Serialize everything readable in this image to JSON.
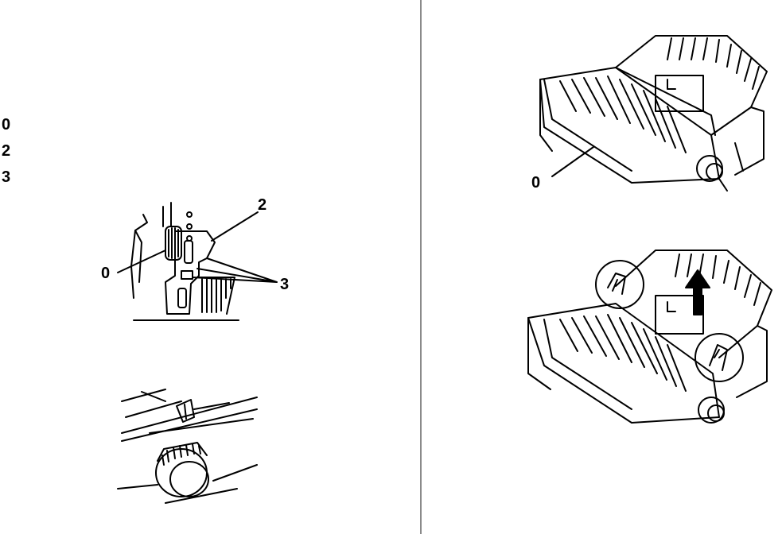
{
  "left_list": [
    {
      "marker": "0"
    },
    {
      "marker": "2"
    },
    {
      "marker": "3"
    }
  ],
  "figure_guide": {
    "callout_1": "0",
    "callout_2": "2",
    "callout_3": "3"
  },
  "figure_printer_top": {
    "callout_1": "0"
  }
}
